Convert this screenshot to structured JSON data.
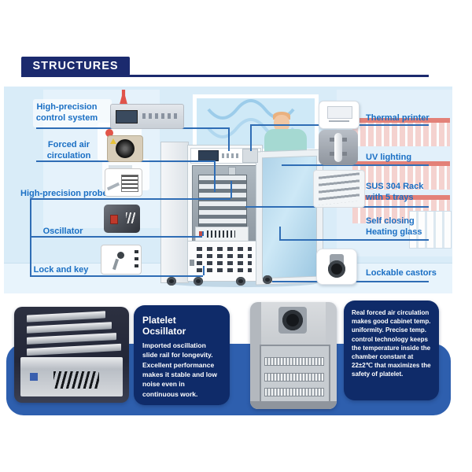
{
  "header": {
    "title": "STRUCTURES"
  },
  "diagram": {
    "left_items": [
      {
        "label": "High-precision control system",
        "icon": "control-panel"
      },
      {
        "label": "Forced air circulation",
        "icon": "fan"
      },
      {
        "label": "High-precision probe",
        "icon": "probe"
      },
      {
        "label": "Oscillator",
        "icon": "oscillator"
      },
      {
        "label": "Lock and key",
        "icon": "lock-and-key"
      }
    ],
    "right_items": [
      {
        "label": "Thermal printer",
        "icon": "thermal-printer"
      },
      {
        "label": "UV lighting",
        "icon": "uv-lamp"
      },
      {
        "label": "SUS 304 Rack with 5 trays",
        "icon": "steel-rack"
      },
      {
        "label": "Self closing Heating glass",
        "icon": "glass-door"
      },
      {
        "label": "Lockable castors",
        "icon": "castor-wheel"
      }
    ]
  },
  "bottom": {
    "oscillator_panel": {
      "title": "Platelet Ocsillator",
      "body": "Imported oscillation slide rail for longevity. Excellent performance makes it stable and low noise even in continuous work."
    },
    "airflow_panel": {
      "body": "Real forced air circulation makes good cabinet temp. uniformity. Precise temp. control technology keeps the temperature inside the chamber constant at 22±2℃ that maximizes the safety of platelet."
    }
  },
  "colors": {
    "header_navy": "#1b2a6e",
    "label_blue": "#1a6fc4",
    "connector_blue": "#2f6db5",
    "band_blue": "#2e5fae",
    "panel_navy": "#0f2b69",
    "scene_background": "#d9ecf8",
    "blood_bag_pink": "#f6cfcb",
    "blood_bag_red": "#e4756b"
  }
}
